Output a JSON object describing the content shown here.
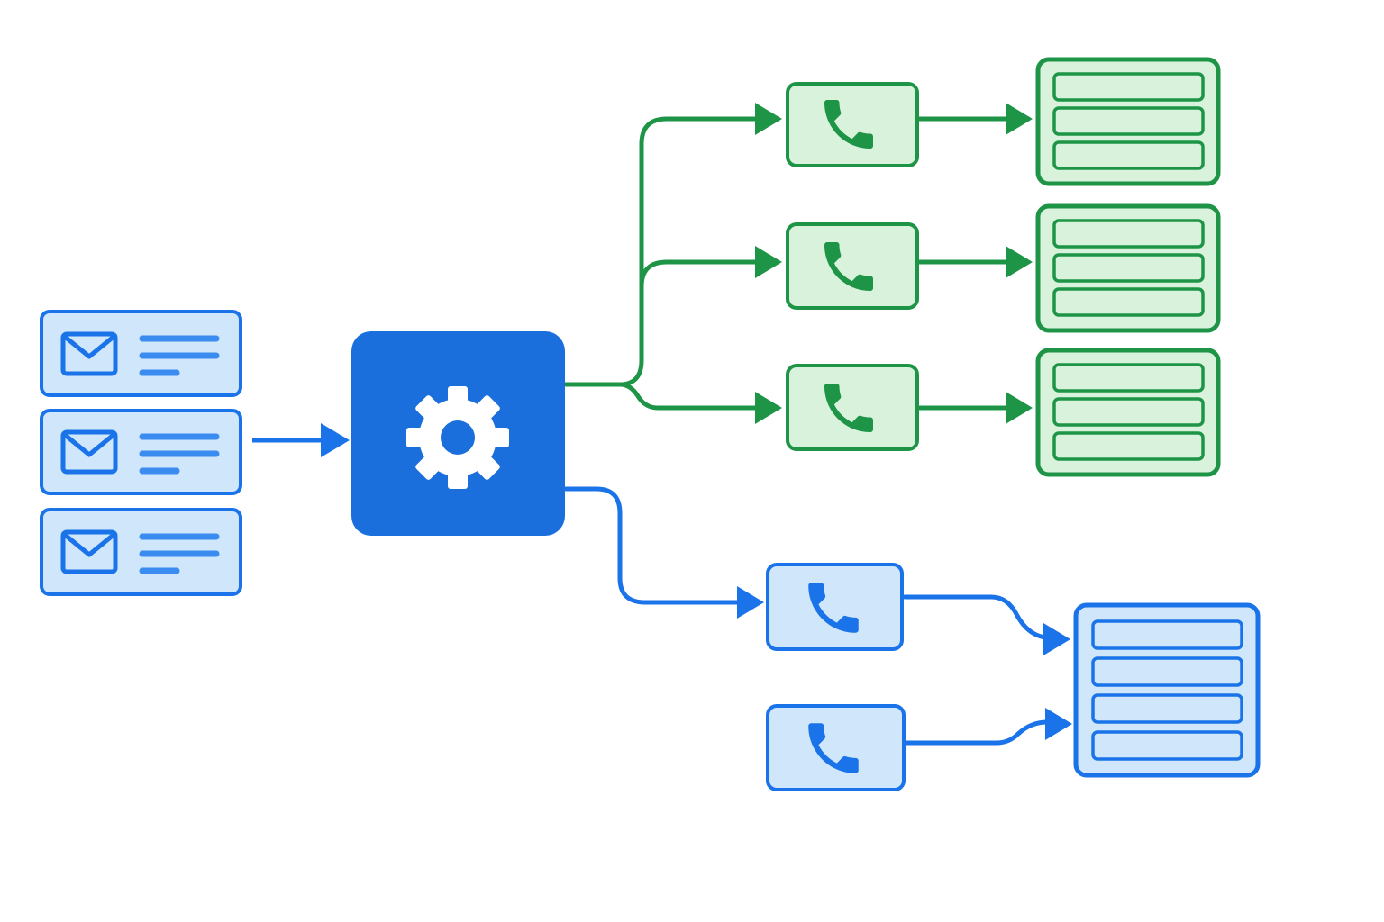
{
  "colors": {
    "blue_stroke": "#1a73e8",
    "blue_fill": "#cfe6fb",
    "blue_dark": "#1a6fdc",
    "blue_text_line": "#3b8cf0",
    "green_stroke": "#1e9447",
    "green_fill": "#d8f2dc",
    "white": "#ffffff"
  },
  "nodes": {
    "messages": [
      {
        "id": "message-1",
        "icon": "envelope-icon"
      },
      {
        "id": "message-2",
        "icon": "envelope-icon"
      },
      {
        "id": "message-3",
        "icon": "envelope-icon"
      }
    ],
    "processor": {
      "id": "processor",
      "icon": "gear-icon"
    },
    "green_calls": [
      {
        "id": "call-green-1",
        "icon": "phone-icon"
      },
      {
        "id": "call-green-2",
        "icon": "phone-icon"
      },
      {
        "id": "call-green-3",
        "icon": "phone-icon"
      }
    ],
    "green_lists": [
      {
        "id": "list-green-1",
        "rows": 3
      },
      {
        "id": "list-green-2",
        "rows": 3
      },
      {
        "id": "list-green-3",
        "rows": 3
      }
    ],
    "blue_calls": [
      {
        "id": "call-blue-1",
        "icon": "phone-icon"
      },
      {
        "id": "call-blue-2",
        "icon": "phone-icon"
      }
    ],
    "blue_list": {
      "id": "list-blue",
      "rows": 4
    }
  }
}
